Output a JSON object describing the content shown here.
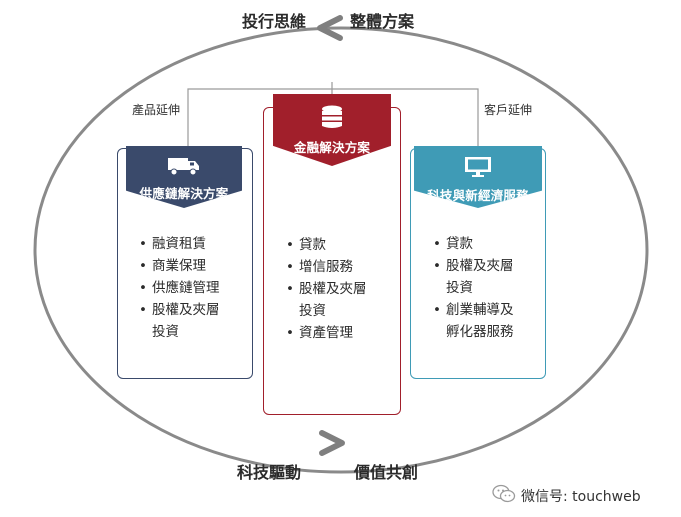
{
  "top_left_title": "投行思維",
  "top_right_title": "整體方案",
  "bottom_left_title": "科技驅動",
  "bottom_right_title": "價值共創",
  "branch_left_label": "產品延伸",
  "branch_right_label": "客戶延伸",
  "boxes": [
    {
      "title": "供應鏈解決方案",
      "icon": "truck-icon",
      "color": "#3a4a6b",
      "items": [
        "融資租賃",
        "商業保理",
        "供應鏈管理",
        "股權及夾層\n投資"
      ]
    },
    {
      "title": "金融解決方案",
      "icon": "coins-icon",
      "color": "#a11f2b",
      "items": [
        "貸款",
        "增信服務",
        "股權及夾層\n投資",
        "資產管理"
      ]
    },
    {
      "title": "科技與新經濟服務",
      "icon": "monitor-icon",
      "color": "#3f9bb6",
      "items": [
        "貸款",
        "股權及夾層\n投資",
        "創業輔導及\n孵化器服務"
      ]
    }
  ],
  "watermark": {
    "icon": "wechat-icon",
    "text": "微信号: touchweb"
  }
}
